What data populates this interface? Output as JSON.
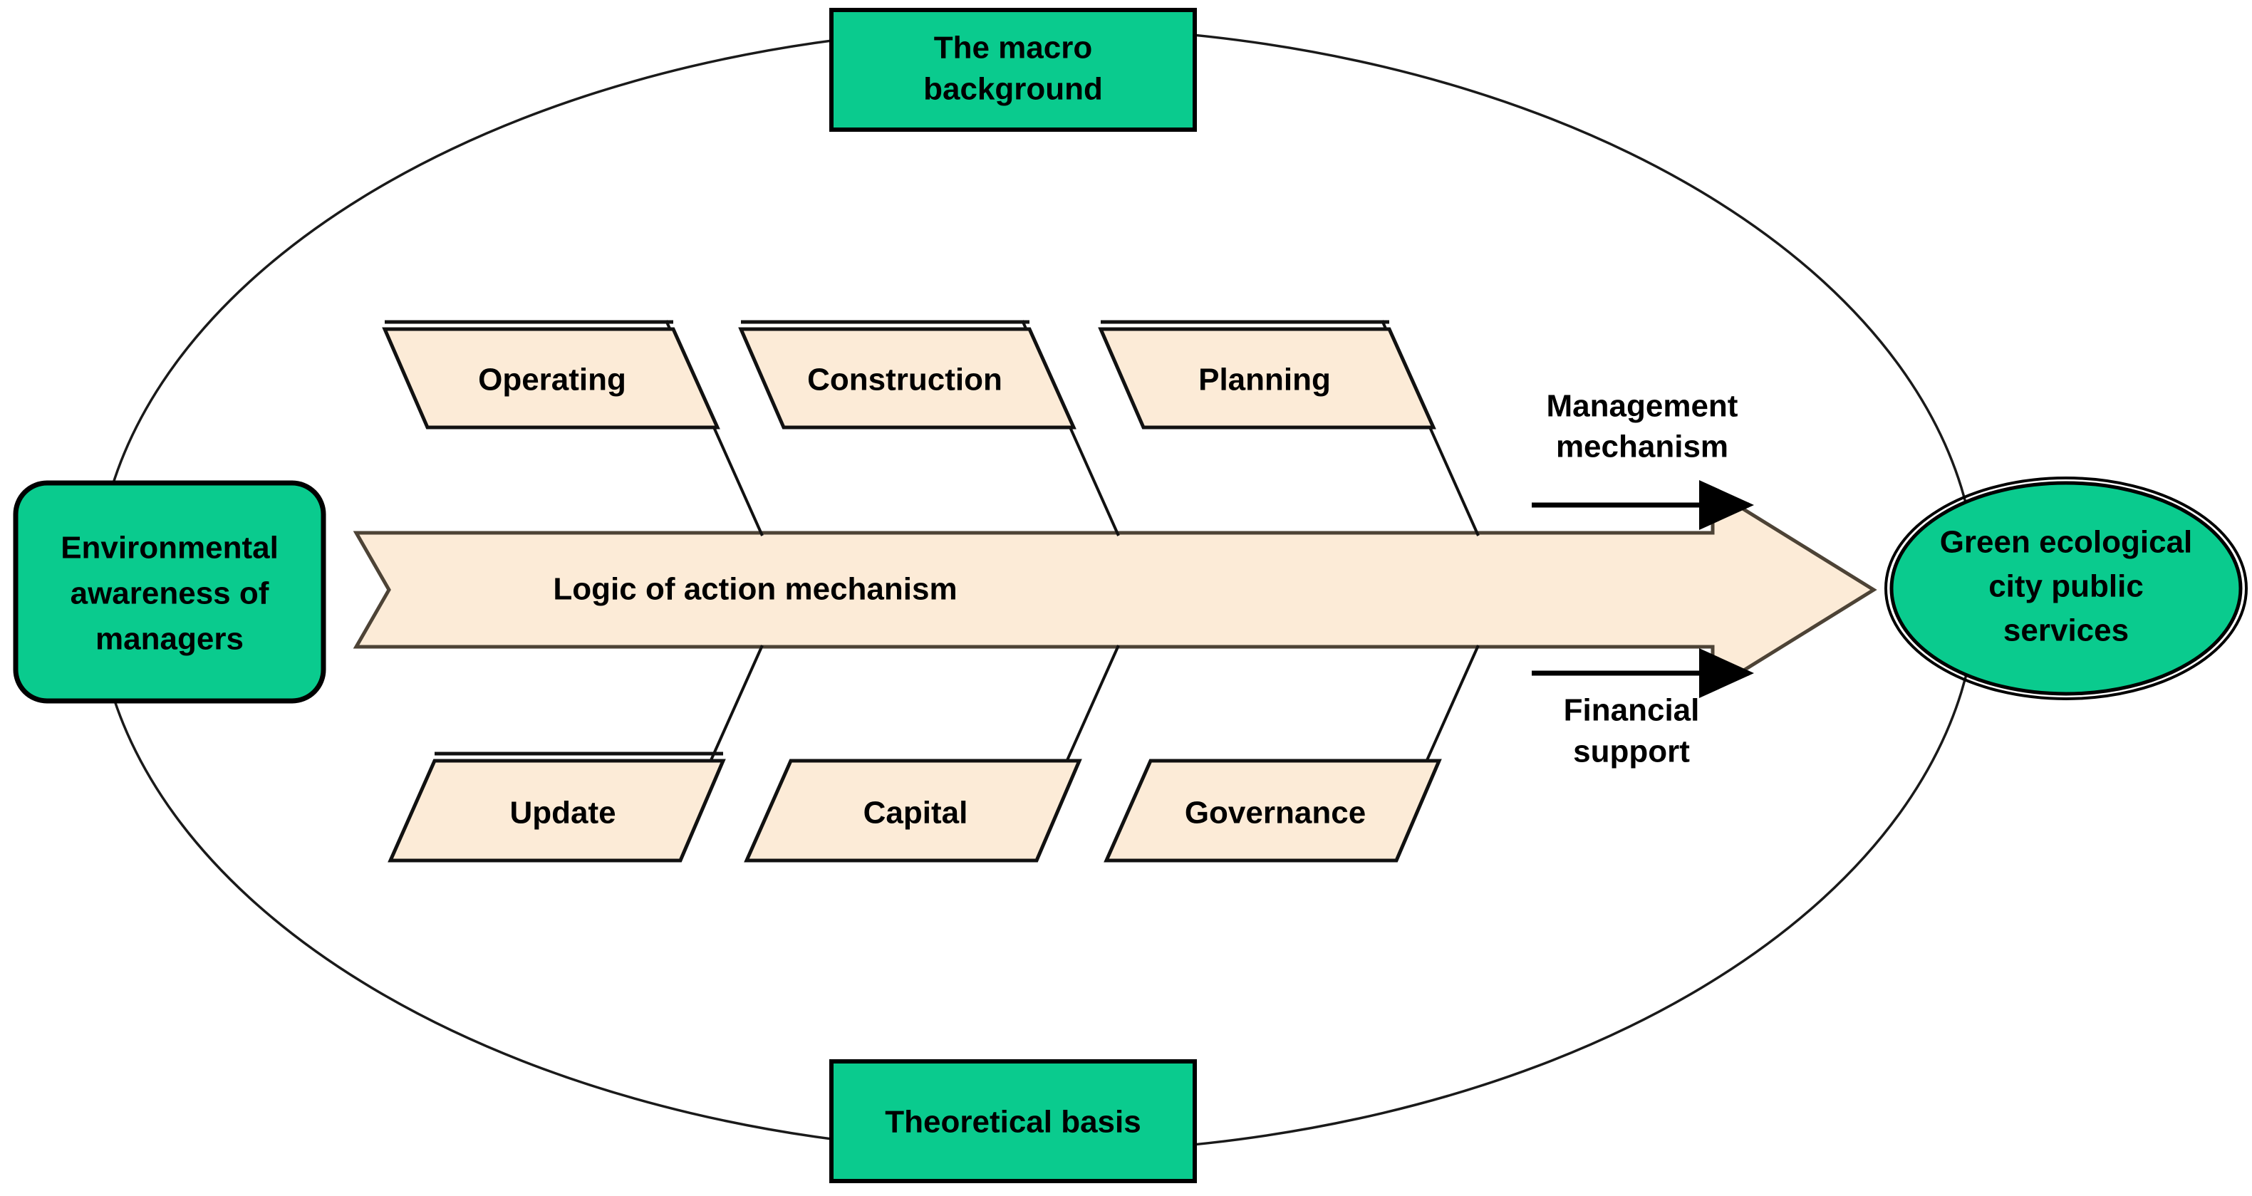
{
  "diagram": {
    "type": "fishbone-cause-and-effect",
    "title_top": "The macro background",
    "title_bottom": "Theoretical basis",
    "colors": {
      "green_fill": "#0ACB8E",
      "cream_fill": "#FCEBD7",
      "outline": "#000000",
      "page_background": "#FFFFFF"
    }
  },
  "top_box": {
    "line1": "The macro",
    "line2": "background"
  },
  "bottom_box": {
    "label": "Theoretical basis"
  },
  "source_box": {
    "line1": "Environmental",
    "line2": "awareness of",
    "line3": "managers"
  },
  "outcome_ellipse": {
    "line1": "Green ecological",
    "line2": "city public",
    "line3": "services"
  },
  "spine": {
    "label": "Logic of action mechanism"
  },
  "upper_bones": [
    {
      "label": "Operating"
    },
    {
      "label": "Construction"
    },
    {
      "label": "Planning"
    }
  ],
  "lower_bones": [
    {
      "label": "Update"
    },
    {
      "label": "Capital"
    },
    {
      "label": "Governance"
    }
  ],
  "side_arrows": [
    {
      "line1": "Management",
      "line2": "mechanism"
    },
    {
      "line1": "Financial",
      "line2": "support"
    }
  ]
}
